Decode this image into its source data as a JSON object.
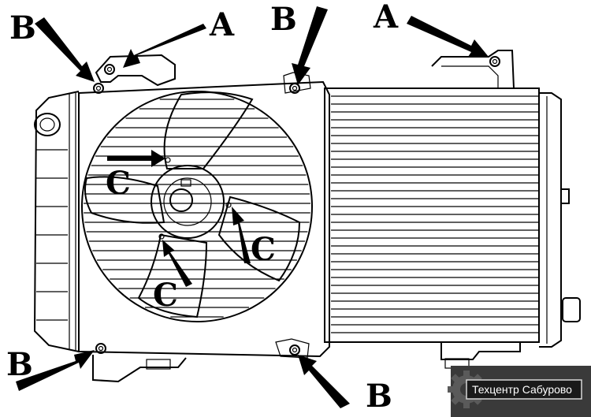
{
  "callouts": {
    "a_left": "A",
    "a_right": "A",
    "b_top_left": "B",
    "b_top_center": "B",
    "b_bottom_left": "B",
    "b_bottom_center": "B",
    "c_upper_left": "C",
    "c_lower_left": "C",
    "c_right": "C"
  },
  "watermark": {
    "text": "Техцентр Сабурово",
    "icon": "gear-icon"
  }
}
